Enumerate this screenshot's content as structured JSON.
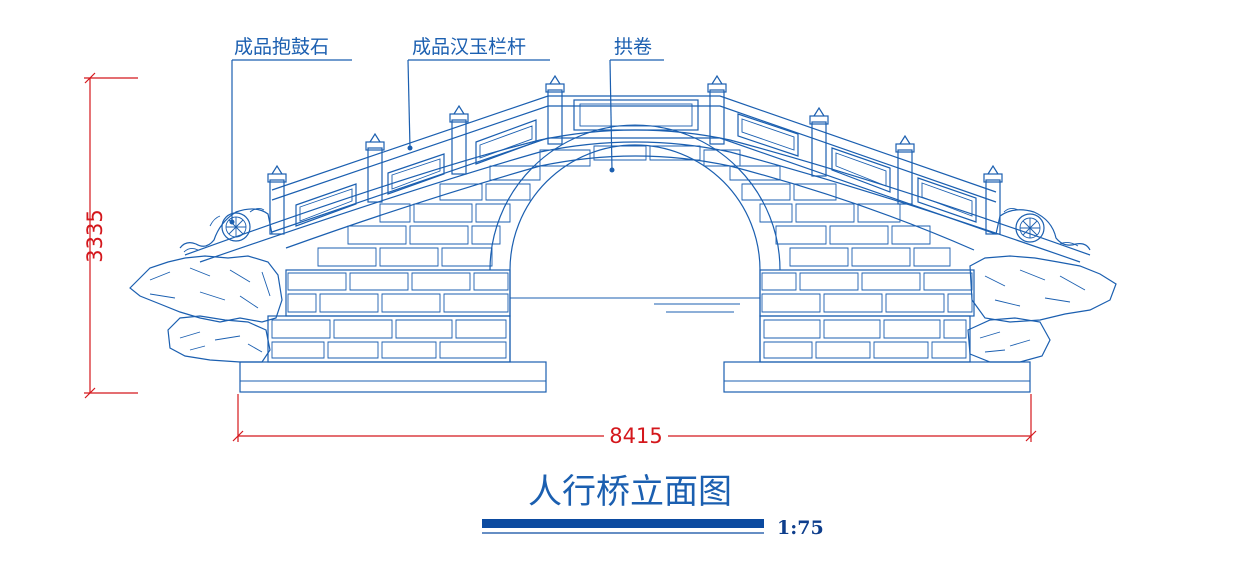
{
  "callouts": {
    "drum_stone": "成品抱鼓石",
    "railing": "成品汉玉栏杆",
    "arch": "拱卷"
  },
  "dimensions": {
    "height": "3335",
    "width": "8415"
  },
  "title": "人行桥立面图",
  "scale": "1:75",
  "colors": {
    "drawing": "#1b5fb0",
    "dimension": "#d4171c",
    "scale_bar": "#0b4aa0"
  }
}
